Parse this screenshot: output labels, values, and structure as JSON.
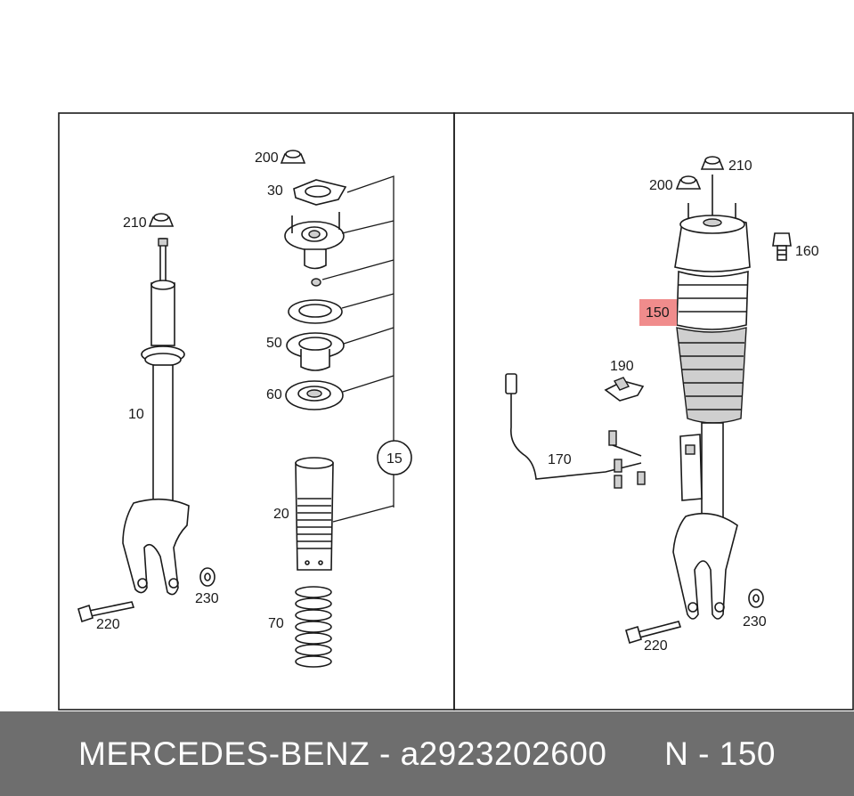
{
  "labels": {
    "l200_left": "200",
    "l30": "30",
    "l210_left": "210",
    "l50": "50",
    "l60": "60",
    "l10": "10",
    "l15": "15",
    "l20": "20",
    "l70": "70",
    "l220_left": "220",
    "l230_left": "230",
    "l210_right": "210",
    "l200_right": "200",
    "l160": "160",
    "l150": "150",
    "l190": "190",
    "l170": "170",
    "l230_right": "230",
    "l220_right": "220"
  },
  "highlight_color": "#f08c8c",
  "footer": {
    "brand": "MERCEDES-BENZ",
    "separator": " - ",
    "part_number": "a2923202600",
    "gap": "      ",
    "ref": "N - 150"
  }
}
